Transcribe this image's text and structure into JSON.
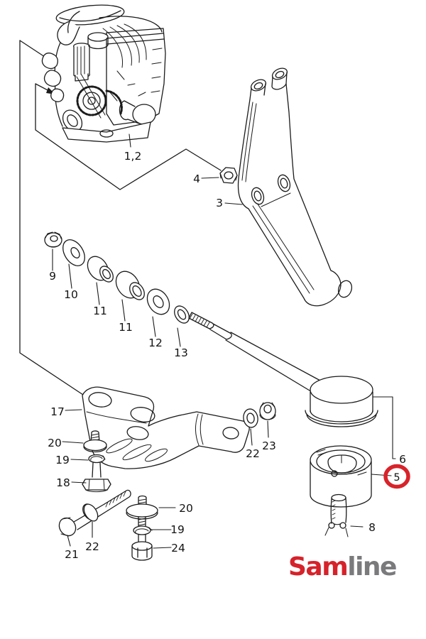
{
  "document": {
    "type": "exploded-parts-diagram",
    "subject": "engine mounting components"
  },
  "colors": {
    "background": "#ffffff",
    "line": "#1b1b1b",
    "highlight": "#d8232a",
    "logo_red": "#d6222a",
    "logo_gray": "#7a7a7d"
  },
  "callouts": [
    {
      "label": "1,2"
    },
    {
      "label": "3"
    },
    {
      "label": "4"
    },
    {
      "label": "5"
    },
    {
      "label": "6"
    },
    {
      "label": "8"
    },
    {
      "label": "9"
    },
    {
      "label": "10"
    },
    {
      "label": "11"
    },
    {
      "label": "11"
    },
    {
      "label": "12"
    },
    {
      "label": "13"
    },
    {
      "label": "17"
    },
    {
      "label": "20"
    },
    {
      "label": "19"
    },
    {
      "label": "18"
    },
    {
      "label": "21"
    },
    {
      "label": "22"
    },
    {
      "label": "20"
    },
    {
      "label": "19"
    },
    {
      "label": "24"
    },
    {
      "label": "22"
    },
    {
      "label": "23"
    }
  ],
  "highlight": {
    "part": "5"
  },
  "logo": {
    "red": "Sam",
    "gray": "line"
  }
}
